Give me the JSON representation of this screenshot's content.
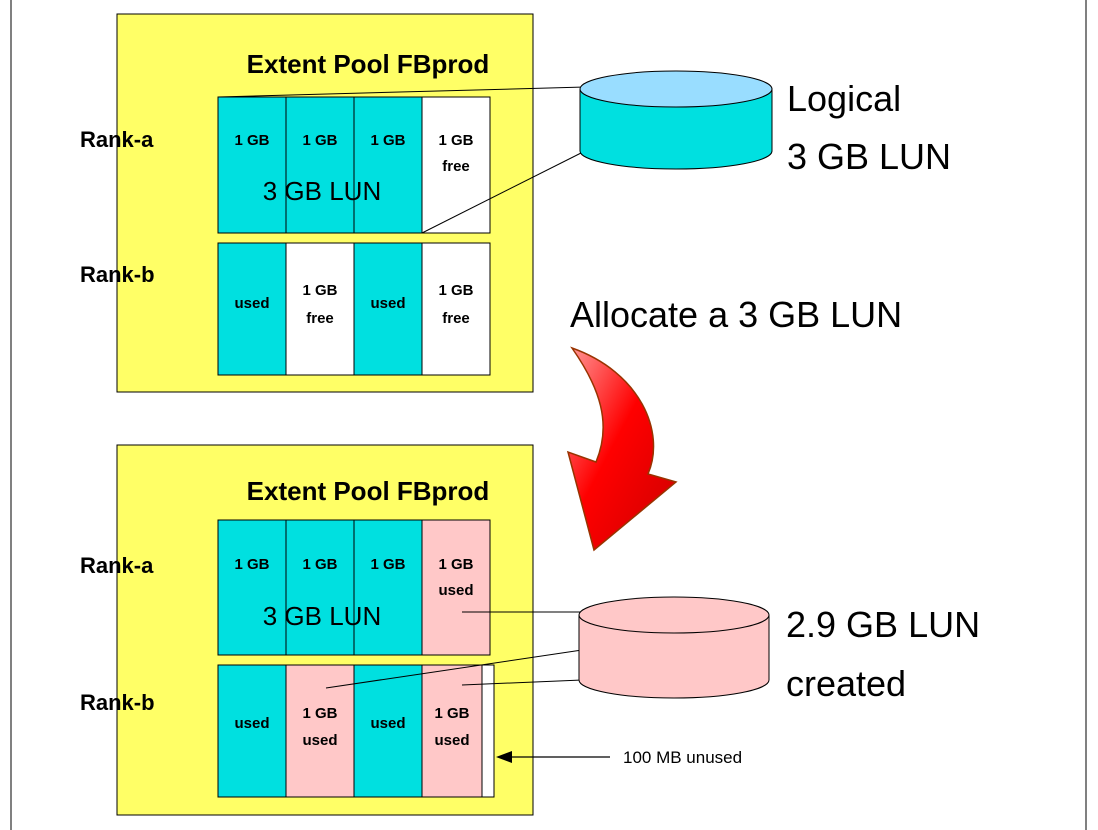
{
  "top": {
    "pool_title": "Extent Pool FBprod",
    "rank_a_label": "Rank-a",
    "rank_b_label": "Rank-b",
    "rank_a_extents": [
      {
        "line1": "1 GB",
        "line2": ""
      },
      {
        "line1": "1 GB",
        "line2": ""
      },
      {
        "line1": "1 GB",
        "line2": ""
      },
      {
        "line1": "1 GB",
        "line2": "free"
      }
    ],
    "rank_a_lun_label": "3 GB LUN",
    "rank_b_extents": [
      {
        "line1": "used",
        "line2": ""
      },
      {
        "line1": "1 GB",
        "line2": "free"
      },
      {
        "line1": "used",
        "line2": ""
      },
      {
        "line1": "1 GB",
        "line2": "free"
      }
    ],
    "lun_caption_line1": "Logical",
    "lun_caption_line2": "3 GB LUN"
  },
  "arrow_caption": "Allocate a 3 GB LUN",
  "bottom": {
    "pool_title": "Extent Pool FBprod",
    "rank_a_label": "Rank-a",
    "rank_b_label": "Rank-b",
    "rank_a_extents": [
      {
        "line1": "1 GB",
        "line2": ""
      },
      {
        "line1": "1 GB",
        "line2": ""
      },
      {
        "line1": "1 GB",
        "line2": ""
      },
      {
        "line1": "1 GB",
        "line2": "used"
      }
    ],
    "rank_a_lun_label": "3 GB LUN",
    "rank_b_extents": [
      {
        "line1": "used",
        "line2": ""
      },
      {
        "line1": "1 GB",
        "line2": "used"
      },
      {
        "line1": "used",
        "line2": ""
      },
      {
        "line1": "1 GB",
        "line2": "used"
      }
    ],
    "lun_caption_line1": "2.9 GB LUN",
    "lun_caption_line2": "created",
    "unused_label": "100 MB unused"
  },
  "colors": {
    "pool_fill": "#ffff66",
    "extent_cyan": "#00e0e0",
    "extent_free": "#ffffff",
    "extent_pink": "#ffc8c8",
    "disk_top_cyan": "#99ddff",
    "arrow_red": "#ff0000"
  }
}
